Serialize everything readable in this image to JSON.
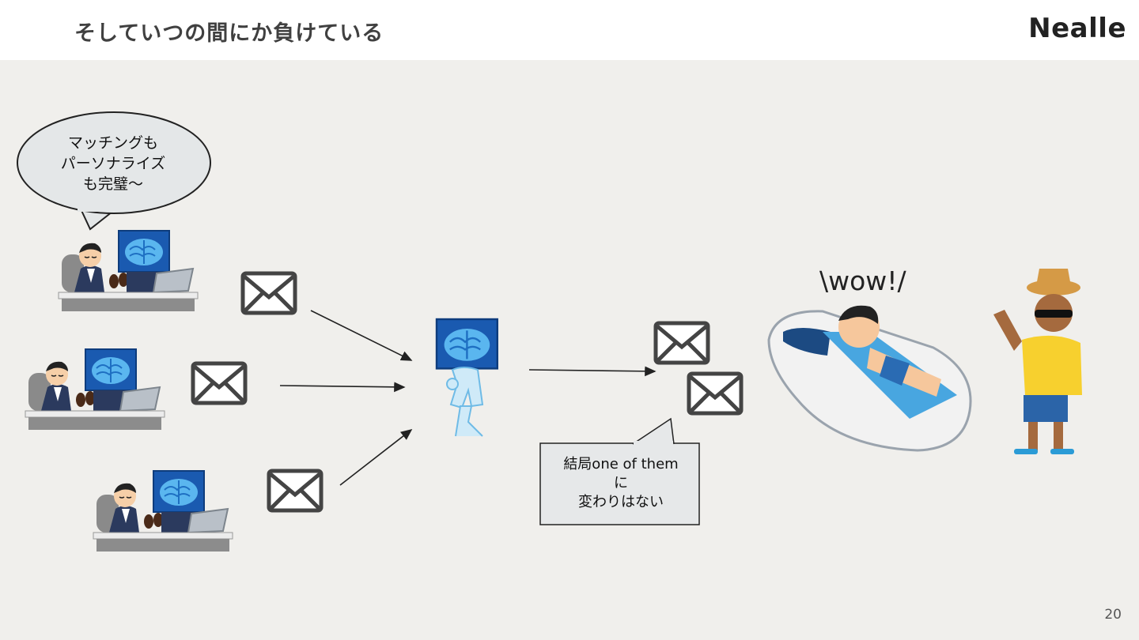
{
  "header": {
    "title": "そしていつの間にか負けている",
    "logo": "Nealle"
  },
  "speech_bubble": {
    "lines": [
      "マッチングも",
      "パーソナライズ",
      "も完璧〜"
    ]
  },
  "note_box": {
    "lines": [
      "結局one of them",
      "に",
      "変わりはない"
    ]
  },
  "exclamation": "\\wow!/",
  "page_number": "20",
  "colors": {
    "background": "#f0efec",
    "header_bg": "#ffffff",
    "title": "#404040",
    "arrow": "#222222"
  }
}
